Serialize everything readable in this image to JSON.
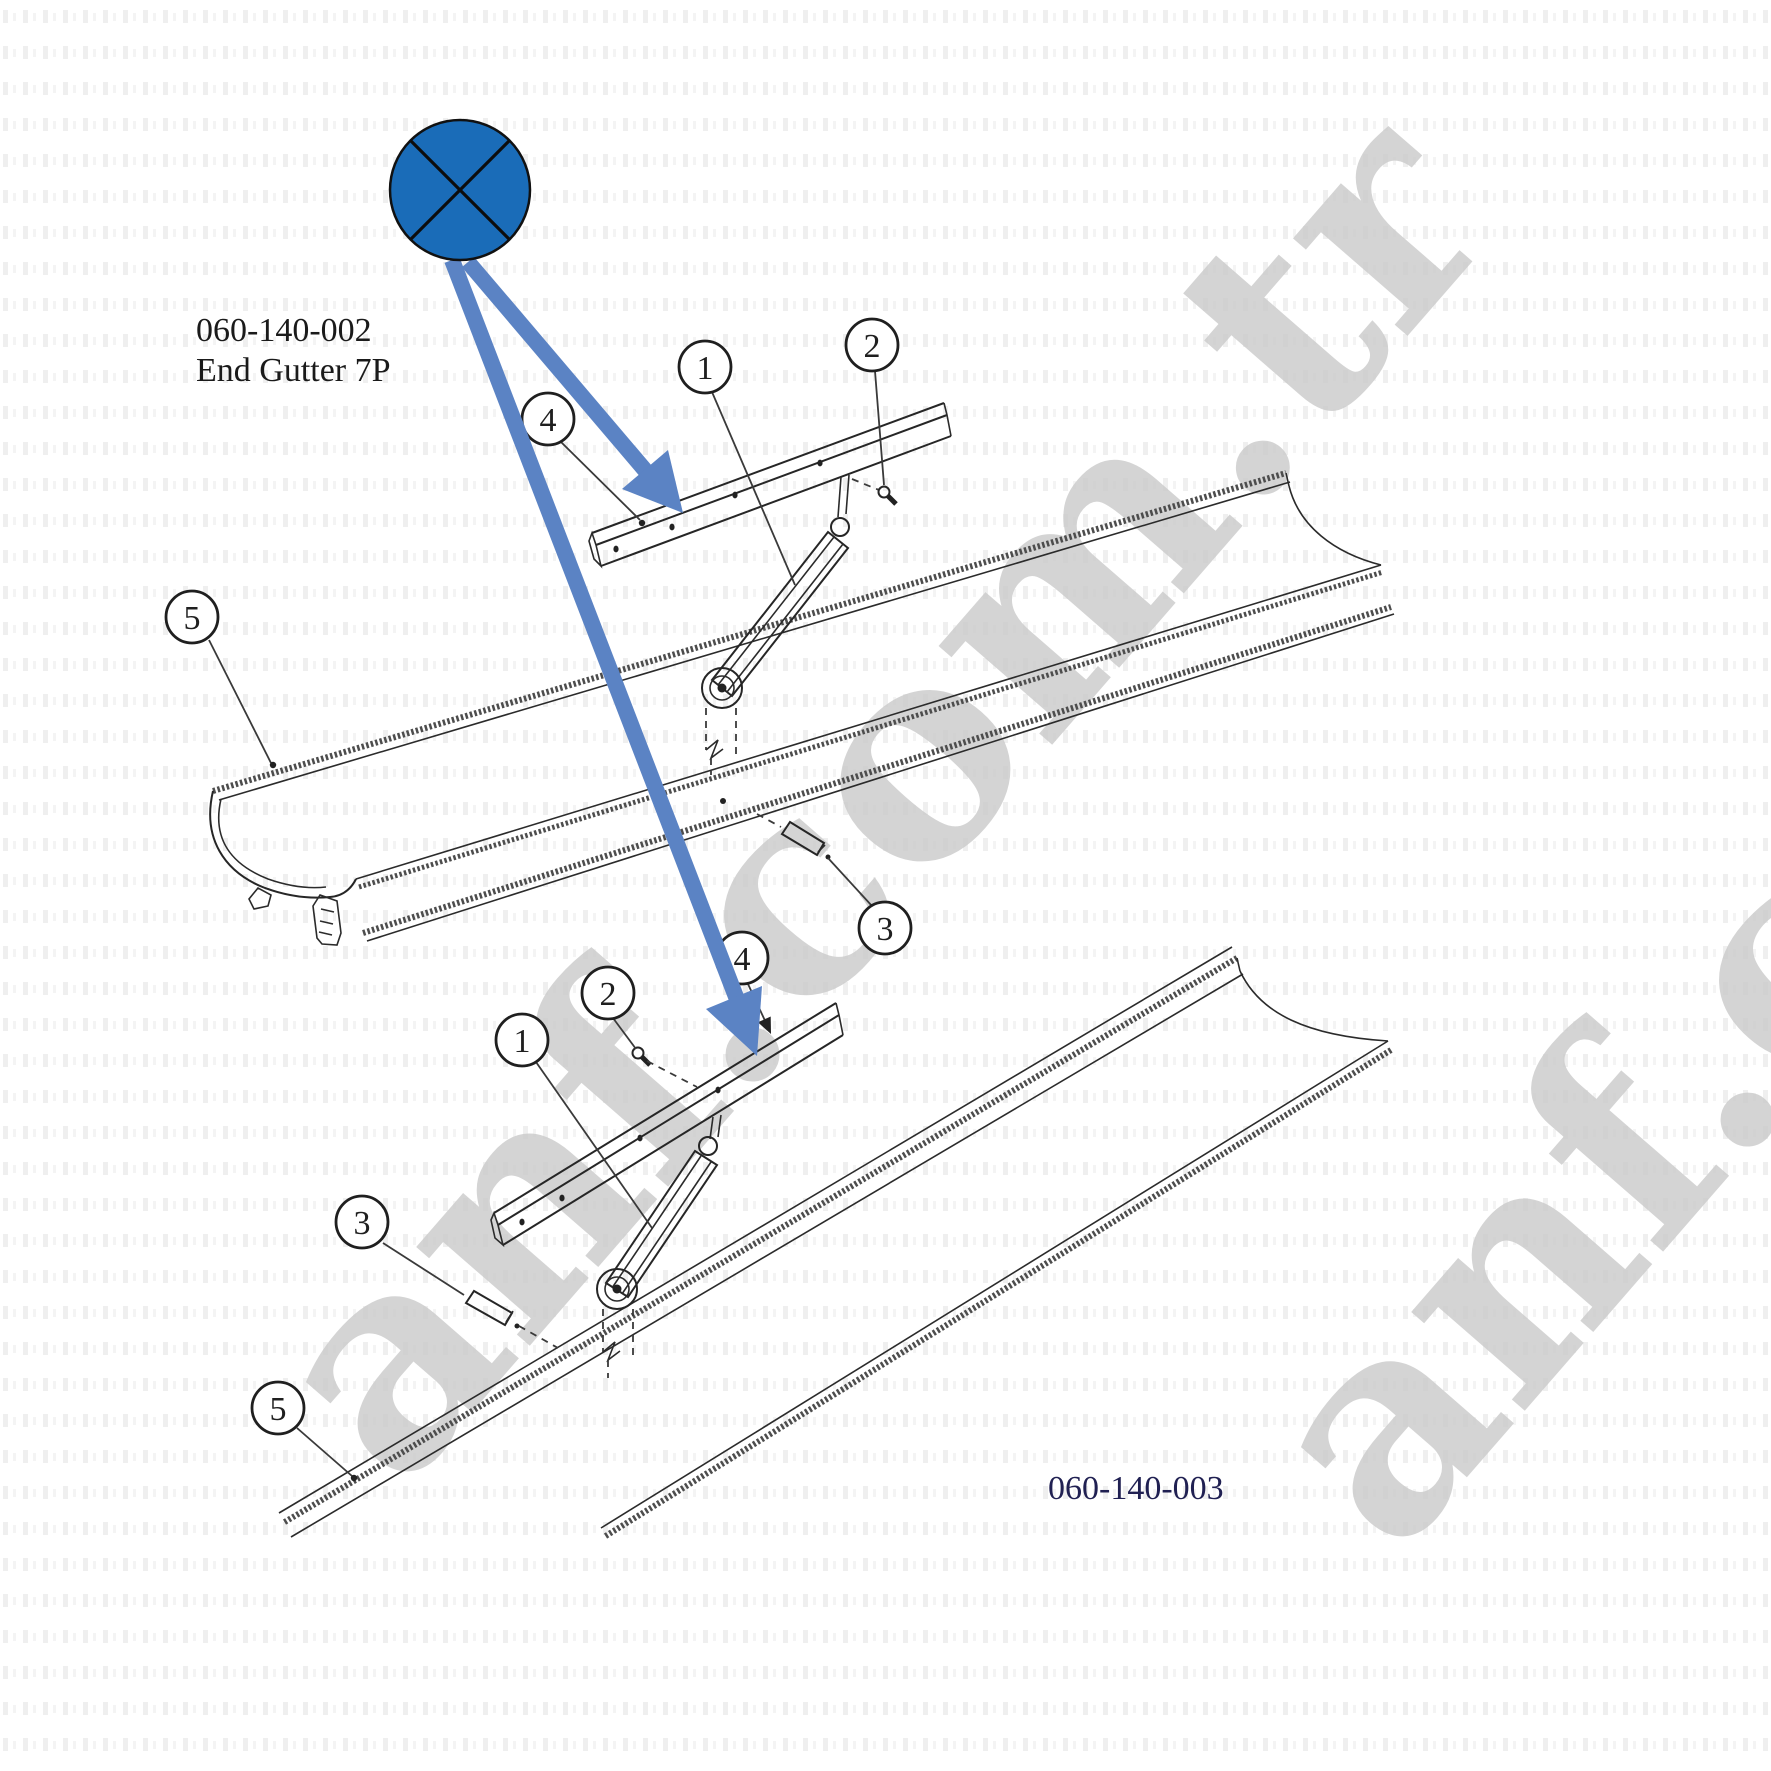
{
  "figure": {
    "watermark": "anf.com.tr",
    "top_assembly": {
      "part_number": "060-140-002",
      "part_name": "End Gutter 7P",
      "callouts": {
        "one": "1",
        "two": "2",
        "three": "3",
        "four": "4",
        "five": "5"
      }
    },
    "bottom_assembly": {
      "part_number": "060-140-003",
      "callouts": {
        "one": "1",
        "two": "2",
        "three": "3",
        "four": "4",
        "five": "5"
      }
    },
    "symbols": {
      "pointer": "crossed-circle"
    },
    "colors": {
      "pointer_fill": "#1a6cb8",
      "pointer_outline": "#111111",
      "arrow_blue": "#5b83c4",
      "line_dark": "#262626",
      "watermark_gray": "#cbcbcb"
    }
  }
}
